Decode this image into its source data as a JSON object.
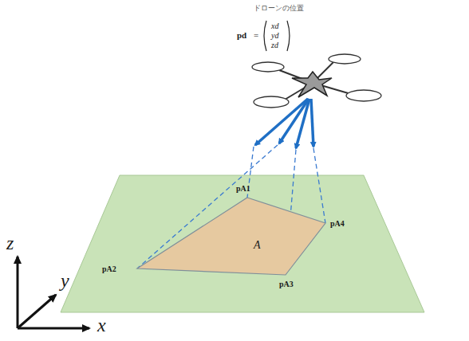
{
  "diagram": {
    "nodes": [
      {
        "text": [
          "A"
        ]
      }
    ],
    "labels": [
      "ドローンの位置",
      "pd",
      "=",
      "xd",
      "yd",
      "zd",
      "pA1",
      "pA2",
      "pA3",
      "pA4",
      "z",
      "y",
      "x"
    ]
  }
}
